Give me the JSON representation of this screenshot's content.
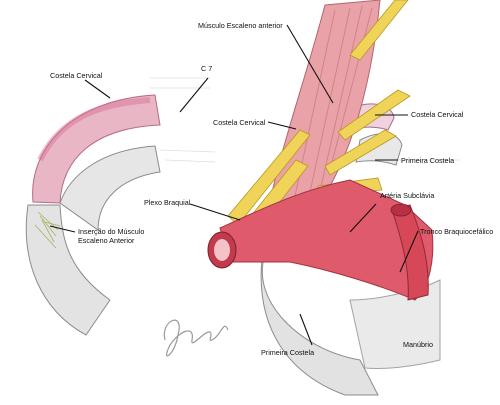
{
  "labels": {
    "musculo_escaleno_anterior": "Músculo Escaleno anterior",
    "costela_cervical_left": "Costela Cervical",
    "c7": "C 7",
    "costela_cervical_mid": "Costela Cervical",
    "costela_cervical_right": "Costela Cervical",
    "primeira_costela_right": "Primeira Costela",
    "arteria_subclavia": "Artéria Subclávia",
    "plexo_braquial": "Plexo Braquial",
    "insercao_l1": "Inserção do Músculo",
    "insercao_l2": "Escaleno Anterior",
    "tronco_braquiocefalico": "Tronco Braquiocefálico",
    "primeira_costela_bottom": "Primeira Costela",
    "manubrio": "Manúbrio"
  },
  "colors": {
    "muscle": "#e07a86",
    "nerve": "#e6c64a",
    "artery": "#d9445a",
    "bone": "#e6e6e6",
    "cartilage": "#d9d9d9",
    "rib_pink": "#d97aa0"
  },
  "signature_text": "signature"
}
